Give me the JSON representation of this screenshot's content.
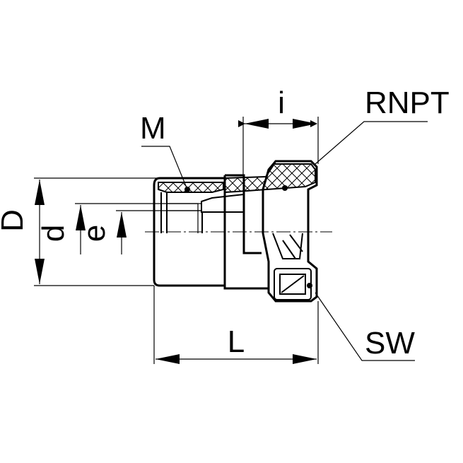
{
  "labels": {
    "i": "i",
    "rnpt": "RNPT",
    "m": "M",
    "D": "D",
    "d": "d",
    "e": "e",
    "L": "L",
    "sw": "SW"
  }
}
